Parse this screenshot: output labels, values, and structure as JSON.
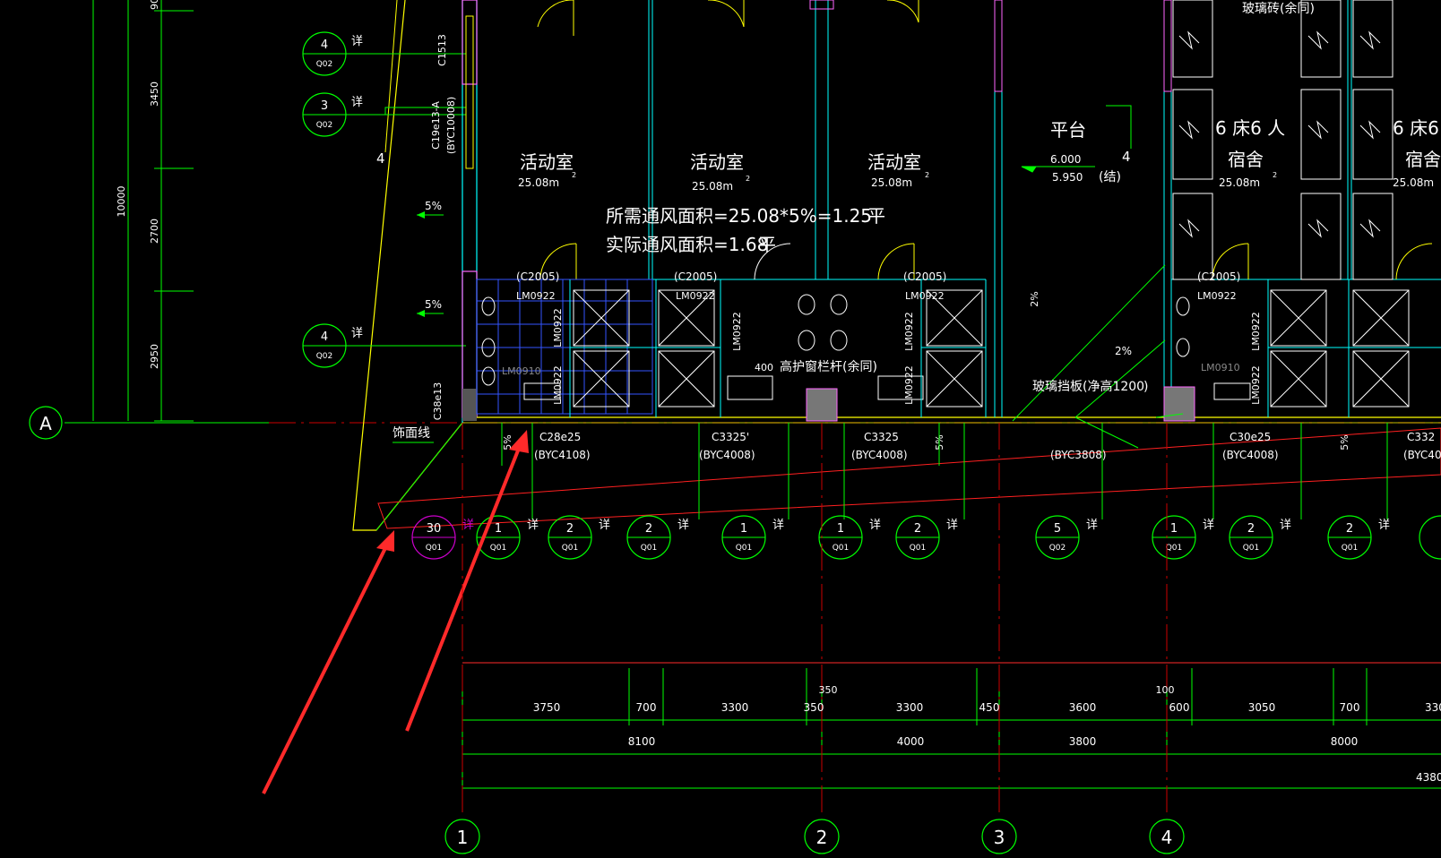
{
  "grid_axes": {
    "row": "A",
    "columns": [
      "1",
      "2",
      "3",
      "4"
    ]
  },
  "left_dimensions": {
    "d_top": "90",
    "d1": "3450",
    "d2": "2700",
    "d3": "2950",
    "total": "10000"
  },
  "detail_callouts": {
    "left": [
      {
        "num": "4",
        "ref": "Q02",
        "label": "详"
      },
      {
        "num": "3",
        "ref": "Q02",
        "label": "详"
      },
      {
        "num": "4",
        "ref": "Q02",
        "label": "详"
      }
    ],
    "bottom": [
      {
        "num": "30",
        "ref": "Q01",
        "label": "详"
      },
      {
        "num": "1",
        "ref": "Q01",
        "label": "详"
      },
      {
        "num": "2",
        "ref": "Q01",
        "label": "详"
      },
      {
        "num": "2",
        "ref": "Q01",
        "label": "详"
      },
      {
        "num": "1",
        "ref": "Q01",
        "label": "详"
      },
      {
        "num": "1",
        "ref": "Q01",
        "label": "详"
      },
      {
        "num": "2",
        "ref": "Q01",
        "label": "详"
      },
      {
        "num": "5",
        "ref": "Q02",
        "label": "详"
      },
      {
        "num": "1",
        "ref": "Q01",
        "label": "详"
      },
      {
        "num": "2",
        "ref": "Q01",
        "label": "详"
      },
      {
        "num": "2",
        "ref": "Q01",
        "label": "详"
      }
    ]
  },
  "rooms": [
    {
      "name": "活动室",
      "area": "25.08m",
      "sup": "2"
    },
    {
      "name": "活动室",
      "area": "25.08m",
      "sup": "2"
    },
    {
      "name": "活动室",
      "area": "25.08m",
      "sup": "2"
    },
    {
      "name": "6 床6 人",
      "name2": "宿舍",
      "area": "25.08m",
      "sup": "2"
    },
    {
      "name": "6 床6",
      "name2": "宿舍",
      "area": "25.08m",
      "sup": ""
    }
  ],
  "platform": {
    "name": "平台",
    "level1": "6.000",
    "level2": "5.950",
    "struct": "(结)",
    "num": "4"
  },
  "ventilation": {
    "required": "所需通风面积=25.08*5%=1.25",
    "actual": "实际通风面积=1.68",
    "flat1": "平",
    "flat2": "平"
  },
  "window_labels": {
    "c1513": "C1513",
    "c19": "C19e13-A",
    "byc10008": "(BYC10008)",
    "c38": "C38e13",
    "c2005_list": [
      "(C2005)",
      "(C2005)",
      "(C2005)",
      "(C2005)"
    ],
    "lm0922": "LM0922",
    "lm0910": "LM0910",
    "guard": "高护窗栏杆(余同)",
    "guard_prefix": "400",
    "glass_brick": "玻璃砖(余同)",
    "glass_panel": "玻璃挡板(净高1200",
    "glass_close": ")",
    "finish_line": "饰面线",
    "bottom_windows": [
      {
        "code": "C28e25",
        "sub": "(BYC4108)"
      },
      {
        "code": "C3325'",
        "sub": "(BYC4008)"
      },
      {
        "code": "C3325",
        "sub": "(BYC4008)"
      },
      {
        "code": "",
        "sub": "(BYC3808)"
      },
      {
        "code": "C30e25",
        "sub": "(BYC4008)"
      },
      {
        "code": "C332",
        "sub": "(BYC40"
      }
    ]
  },
  "slopes": [
    "5%",
    "5%",
    "5%",
    "2%",
    "2%",
    "5%",
    "5%"
  ],
  "misc": {
    "four": "4"
  },
  "bottom_dims_row1": [
    "3750",
    "700",
    "3300",
    "350",
    "3300",
    "450",
    "3600",
    "600",
    "3050",
    "700",
    "330"
  ],
  "bottom_dims_row1_extra": {
    "a": "350",
    "b": "100"
  },
  "bottom_dims_row2": [
    "8100",
    "4000",
    "3800",
    "8000"
  ],
  "bottom_dims_total": "4380"
}
